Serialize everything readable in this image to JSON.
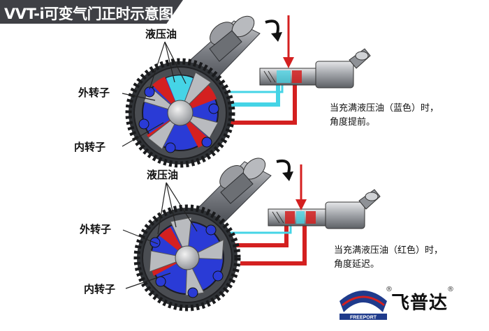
{
  "title": "VVT-i可变气门正时示意图",
  "top": {
    "oil_label": "液压油",
    "outer_rotor_label": "外转子",
    "inner_rotor_label": "内转子",
    "note_line1": "当充满液压油（蓝色）时，",
    "note_line2": "角度提前。"
  },
  "bottom": {
    "oil_label": "液压油",
    "outer_rotor_label": "外转子",
    "inner_rotor_label": "内转子",
    "note_line1": "当充满液压油（红色）时，",
    "note_line2": "角度延迟。"
  },
  "brand": {
    "name": "飞普达",
    "logo_text": "FREEPORT",
    "registered_mark": "®"
  },
  "colors": {
    "blue_oil": "#2a3bd6",
    "cyan_line": "#45d4e6",
    "red_oil": "#d42020",
    "gear": "#3c3f44",
    "title_bg": "#3f4045"
  }
}
